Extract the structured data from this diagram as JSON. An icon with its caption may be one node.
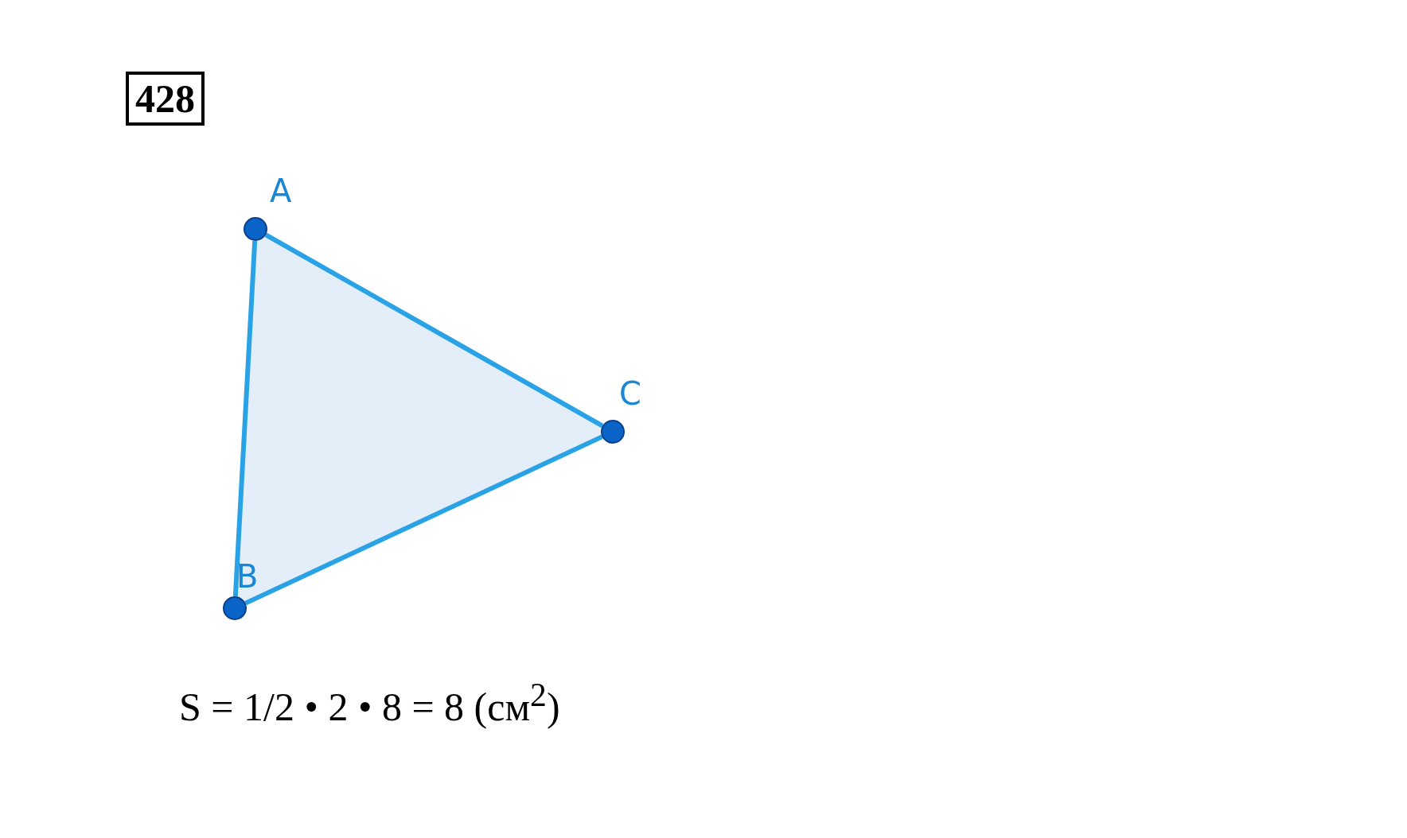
{
  "diagram": {
    "nodes": [
      {
        "text": [
          "428"
        ]
      },
      {
        "text": [],
        "shape": "circle",
        "beside": [
          "A"
        ]
      },
      {
        "text": [],
        "shape": "circle",
        "beside": [
          "B"
        ]
      },
      {
        "text": [],
        "shape": "circle",
        "beside": [
          "C"
        ]
      }
    ],
    "edges": [
      {
        "from": 1,
        "to": 2,
        "arrow": "none"
      },
      {
        "from": 2,
        "to": 3,
        "arrow": "none"
      },
      {
        "from": 3,
        "to": 1,
        "arrow": "none"
      }
    ],
    "labels": [
      "S = 1/2 • 2 • 8 = 8 (см$^{2}$)"
    ]
  }
}
